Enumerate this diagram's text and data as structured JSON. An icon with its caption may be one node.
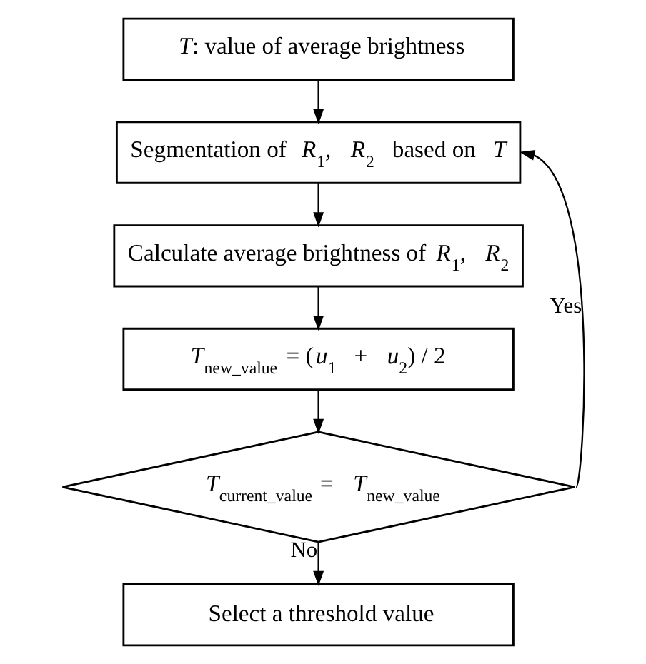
{
  "diagram": {
    "nodes": [
      {
        "text": [
          "*T*: value of average brightness"
        ]
      },
      {
        "text": [
          "Segmentation of *R*$_{1}$, *R*$_{2}$ based on *T*"
        ]
      },
      {
        "text": [
          "Calculate average brightness of *R*$_{1}$, *R*$_{2}$"
        ]
      },
      {
        "text": [
          "*T*$_{new_value}$ = (*u*$_{1}$ + *u*$_{2}$) / 2"
        ]
      },
      {
        "text": [
          "*T*$_{current_value}$ = *T*$_{new_value}$"
        ]
      },
      {
        "text": [
          "Select a threshold value"
        ]
      }
    ],
    "edges": [
      {
        "from": 0,
        "to": 1,
        "arrow": "to"
      },
      {
        "from": 1,
        "to": 2,
        "arrow": "to"
      },
      {
        "from": 2,
        "to": 3,
        "arrow": "to"
      },
      {
        "from": 3,
        "to": 4,
        "arrow": "to"
      },
      {
        "from": 4,
        "to": 1,
        "arrow": "to",
        "label": "Yes"
      },
      {
        "from": 4,
        "to": 5,
        "arrow": "to",
        "label": "No"
      }
    ]
  }
}
